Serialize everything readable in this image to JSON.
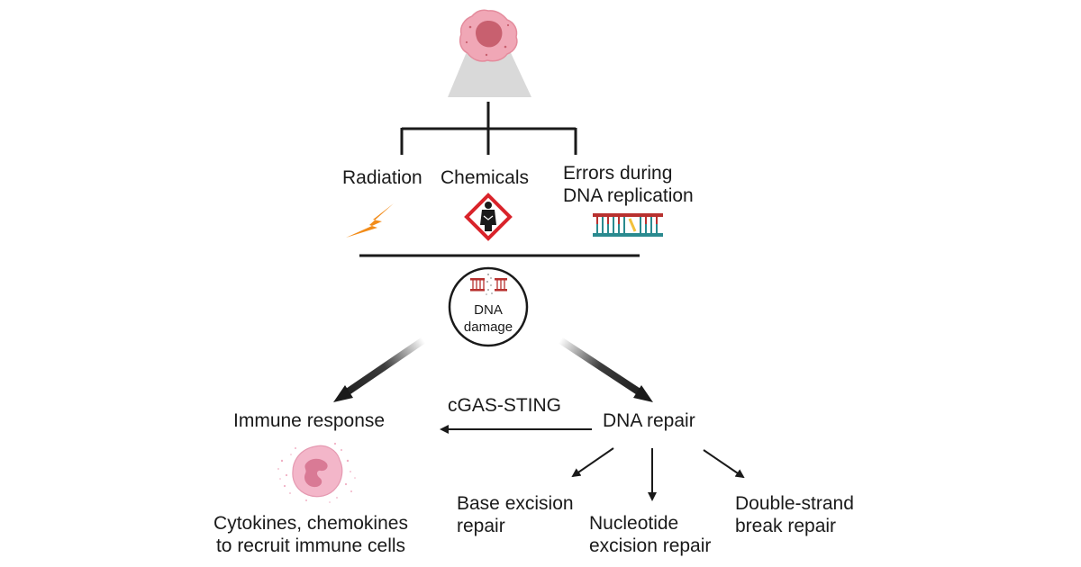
{
  "causes": {
    "radiation": "Radiation",
    "chemicals": "Chemicals",
    "errors": "Errors during\nDNA replication"
  },
  "center_node": {
    "label": "DNA\ndamage"
  },
  "outcomes": {
    "immune_response": "Immune response",
    "dna_repair": "DNA repair",
    "link_label": "cGAS-STING"
  },
  "immune_detail": "Cytokines, chemokines\nto recruit immune cells",
  "repair_pathways": [
    "Base excision\nrepair",
    "Nucleotide\nexcision repair",
    "Double-strand\nbreak repair"
  ],
  "colors": {
    "line": "#1a1a1a",
    "cell_pink": "#f0a7b6",
    "cell_nucleus": "#c8606f",
    "beam_gray": "#d9d9d9",
    "lightning": "#f28c1a",
    "hazard_red": "#d9232a",
    "dna_red": "#b8312f",
    "dna_teal": "#2a8a8f",
    "immune_pink": "#f3b6c9",
    "immune_nucleus": "#d97a95"
  },
  "icons": [
    "tumor-cell-icon",
    "lightning-icon",
    "health-hazard-icon",
    "dna-mismatch-icon",
    "dna-break-icon",
    "immune-cell-icon"
  ]
}
